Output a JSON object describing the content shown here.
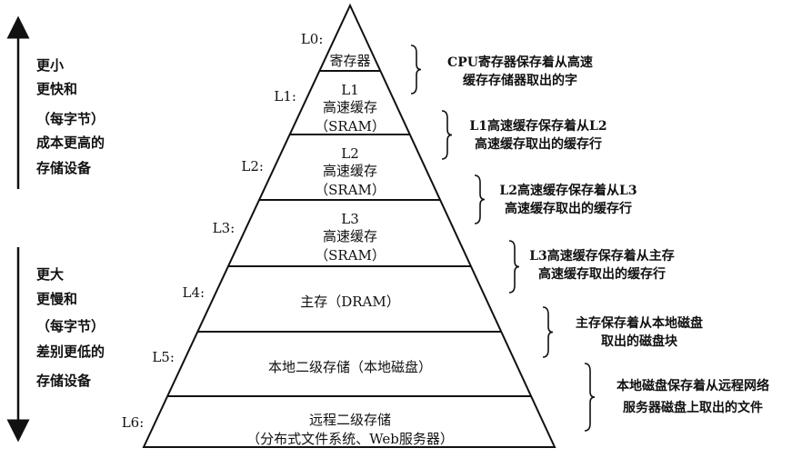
{
  "side_top": [
    "更小",
    "更快和",
    "（每字节）",
    "成本更高的",
    "存储设备"
  ],
  "side_bottom": [
    "更大",
    "更慢和",
    "（每字节）",
    "差别更低的",
    "存储设备"
  ],
  "levels": [
    {
      "label": "L0:",
      "lines": [
        "寄存器"
      ],
      "desc": [
        "CPU寄存器保存着从高速",
        "缓存存储器取出的字"
      ]
    },
    {
      "label": "L1:",
      "lines": [
        "L1",
        "高速缓存",
        "（SRAM）"
      ],
      "desc": [
        "L1高速缓存保存着从L2",
        "高速缓存取出的缓存行"
      ]
    },
    {
      "label": "L2:",
      "lines": [
        "L2",
        "高速缓存",
        "（SRAM）"
      ],
      "desc": [
        "L2高速缓存保存着从L3",
        "高速缓存取出的缓存行"
      ]
    },
    {
      "label": "L3:",
      "lines": [
        "L3",
        "高速缓存",
        "（SRAM）"
      ],
      "desc": [
        "L3高速缓存保存着从主存",
        "高速缓存取出的缓存行"
      ]
    },
    {
      "label": "L4:",
      "lines": [
        "主存（DRAM）"
      ],
      "desc": [
        "主存保存着从本地磁盘",
        "取出的磁盘块"
      ]
    },
    {
      "label": "L5:",
      "lines": [
        "本地二级存储（本地磁盘）"
      ],
      "desc": [
        "本地磁盘保存着从远程网络",
        "服务器磁盘上取出的文件"
      ]
    },
    {
      "label": "L6:",
      "lines": [
        "远程二级存储",
        "（分布式文件系统、Web服务器）"
      ],
      "desc": []
    }
  ]
}
